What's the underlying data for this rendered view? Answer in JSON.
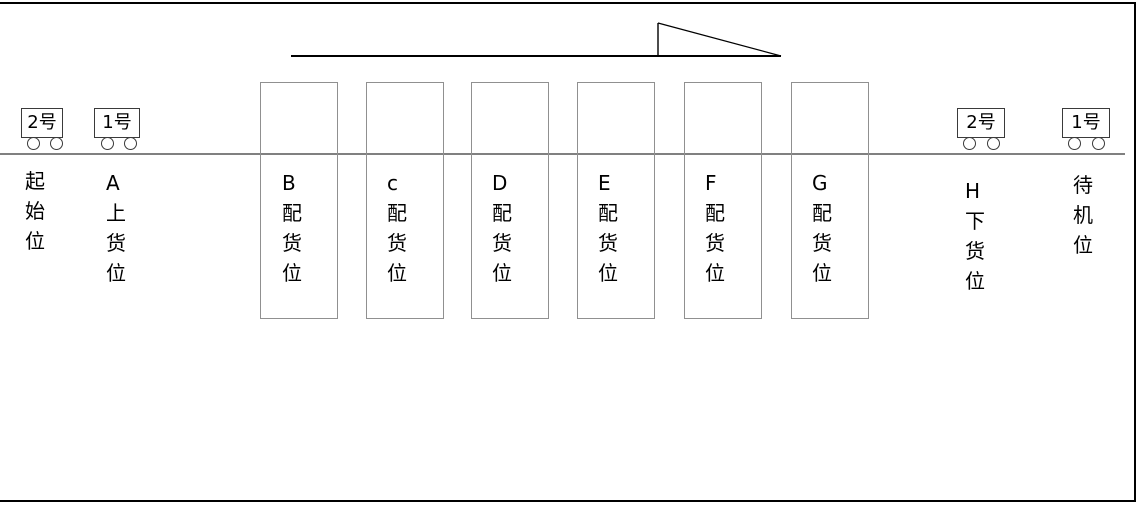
{
  "diagram": {
    "type": "agv-rail-station-layout",
    "colors": {
      "frame": "#000000",
      "track": "#808080",
      "slot_border": "#909090",
      "cart_border": "#3a3a3a",
      "text": "#000000",
      "branch_line": "#000000"
    }
  },
  "carts": [
    {
      "id": "left-2",
      "label": "2号"
    },
    {
      "id": "left-1",
      "label": "1号"
    },
    {
      "id": "right-2",
      "label": "2号"
    },
    {
      "id": "right-1",
      "label": "1号"
    }
  ],
  "stations": [
    {
      "id": "start",
      "label": "起\n始\n位"
    },
    {
      "id": "A",
      "label": "A\n上\n货\n位"
    },
    {
      "id": "B",
      "label": "B\n配\n货\n位"
    },
    {
      "id": "C",
      "label": "c\n配\n货\n位"
    },
    {
      "id": "D",
      "label": "D\n配\n货\n位"
    },
    {
      "id": "E",
      "label": "E\n配\n货\n位"
    },
    {
      "id": "F",
      "label": "F\n配\n货\n位"
    },
    {
      "id": "G",
      "label": "G\n配\n货\n位"
    },
    {
      "id": "H",
      "label": "H\n下\n货\n位"
    },
    {
      "id": "standby",
      "label": "待\n机\n位"
    }
  ]
}
